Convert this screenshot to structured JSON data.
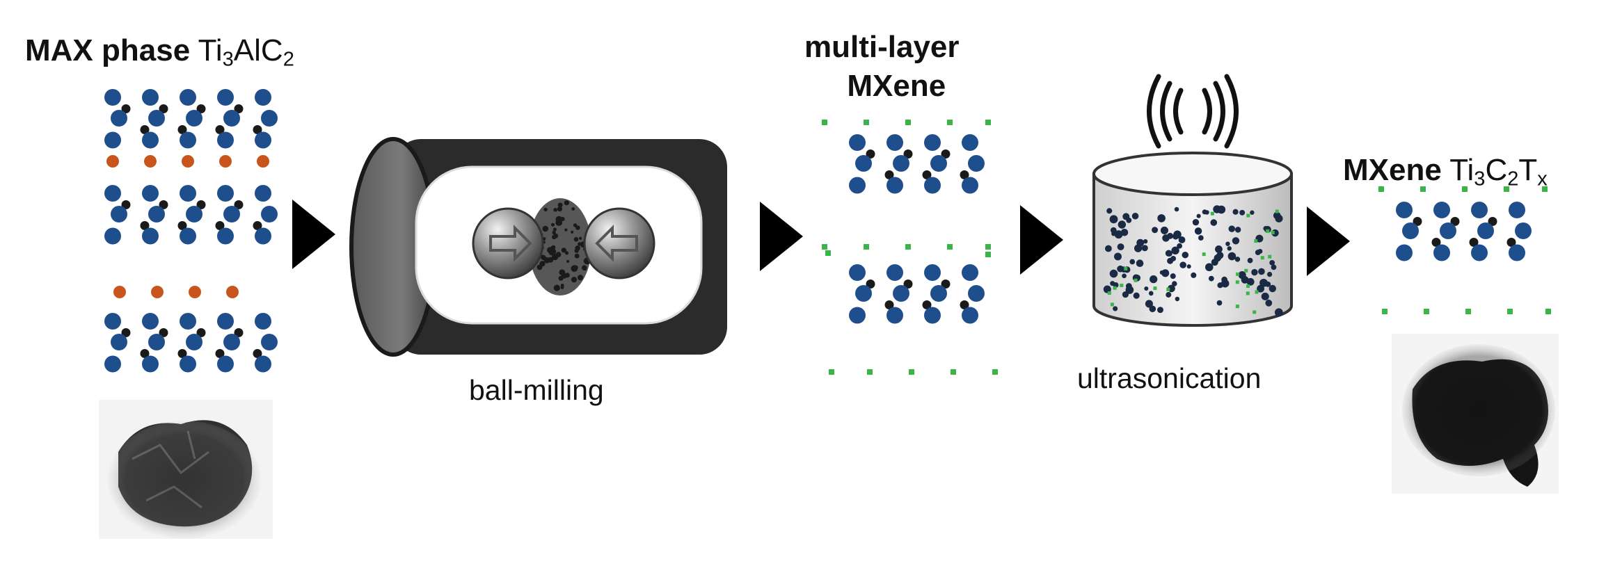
{
  "max_phase": {
    "bold": "MAX phase",
    "formula_base": "Ti",
    "formula_sub1": "3",
    "formula_mid": "AlC",
    "formula_sub2": "2"
  },
  "ball_milling_label": "ball-milling",
  "multilayer": {
    "line1": "multi-layer",
    "line2": "MXene"
  },
  "ultrasonication_label": "ultrasonication",
  "mxene": {
    "bold": "MXene",
    "formula_base": "Ti",
    "formula_sub1": "3",
    "formula_mid": "C",
    "formula_sub2": "2",
    "formula_mid2": "T",
    "formula_sub3": "x"
  },
  "colors": {
    "ti_atom": "#1f4e8c",
    "c_atom": "#1a1a1a",
    "al_atom": "#c8561c",
    "t_group": "#3bb54a",
    "arrow": "#000000",
    "cylinder": "#2b2b2b"
  }
}
